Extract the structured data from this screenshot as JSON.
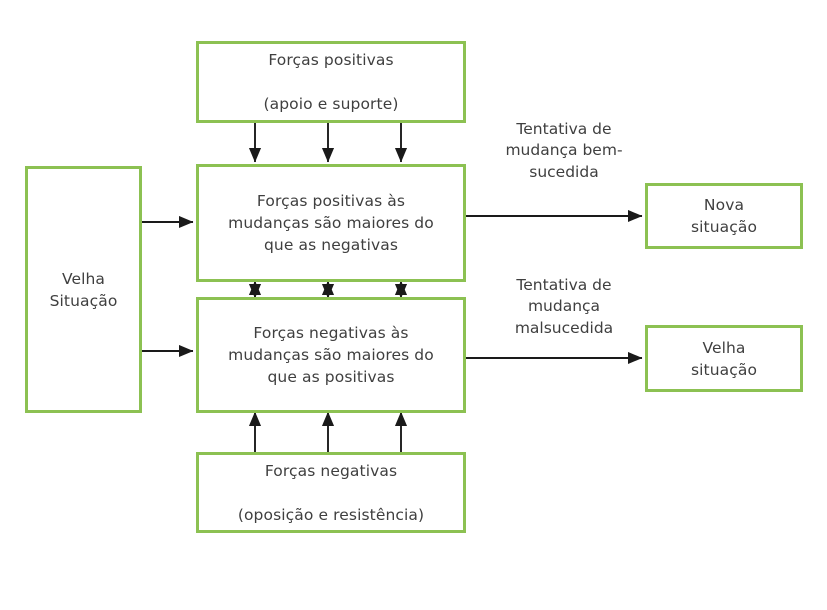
{
  "diagram": {
    "title": "Modelo de campo de forcas de mudanca",
    "accent_color": "#8cc152",
    "arrow_color": "#1a1a1a",
    "text_color": "#3f3f3f",
    "background": "#ffffff"
  },
  "boxes": {
    "old_situation_left": {
      "line1": "Velha",
      "line2": "Situação"
    },
    "positive_forces_source": {
      "line1": "Forças positivas",
      "line2": "(apoio e suporte)"
    },
    "positive_greater": {
      "line1": "Forças positivas às",
      "line2": "mudanças são maiores do",
      "line3": "que as negativas"
    },
    "negative_greater": {
      "line1": "Forças negativas às",
      "line2": "mudanças são maiores do",
      "line3": "que as positivas"
    },
    "negative_forces_source": {
      "line1": "Forças negativas",
      "line2": "(oposição e resistência)"
    },
    "new_situation": {
      "line1": "Nova",
      "line2": "situação"
    },
    "old_situation_right": {
      "line1": "Velha",
      "line2": "situação"
    }
  },
  "edge_labels": {
    "successful_attempt": "Tentativa de\nmudança bem-\nsucedida",
    "failed_attempt": "Tentativa de\nmudança\nmalsucedida"
  }
}
